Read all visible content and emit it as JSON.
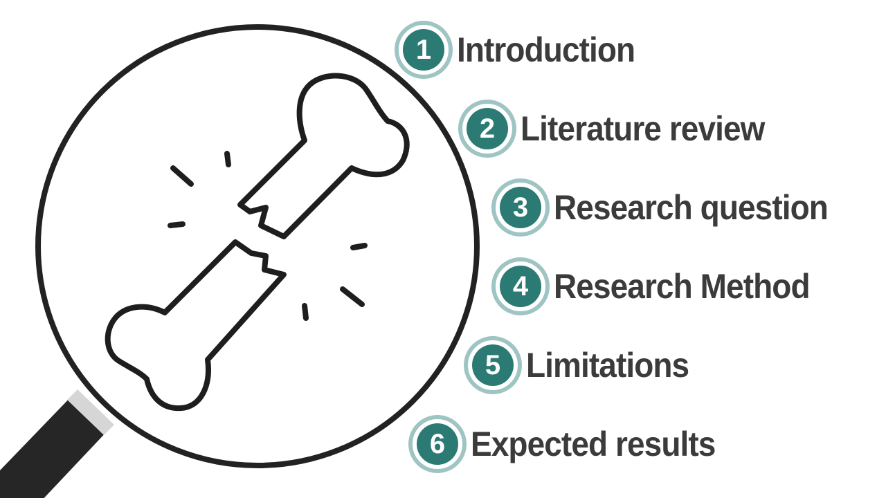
{
  "colors": {
    "accent": "#2b7a73",
    "ring": "#9ec5c3",
    "text": "#3b3b3b",
    "outline": "#1e1e1e",
    "handle": "#262626",
    "collar": "#d6d6d6"
  },
  "illustration": {
    "lens_icon": "magnifying-glass-icon",
    "subject_icon": "broken-bone-icon"
  },
  "agenda": {
    "items": [
      {
        "number": "1",
        "label": "Introduction"
      },
      {
        "number": "2",
        "label": "Literature review"
      },
      {
        "number": "3",
        "label": "Research question"
      },
      {
        "number": "4",
        "label": "Research Method"
      },
      {
        "number": "5",
        "label": "Limitations"
      },
      {
        "number": "6",
        "label": "Expected results"
      }
    ]
  }
}
